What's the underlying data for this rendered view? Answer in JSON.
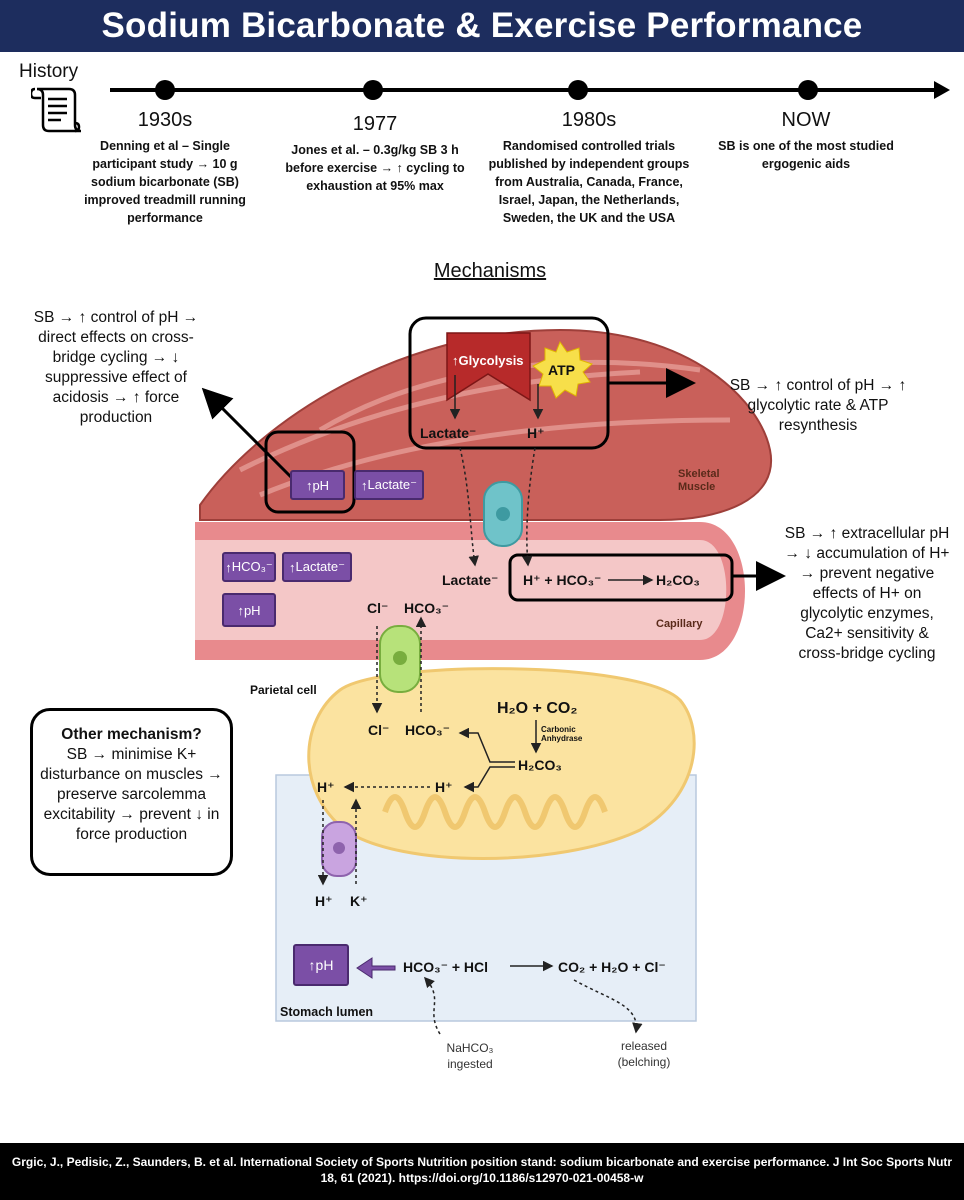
{
  "header": {
    "title": "Sodium Bicarbonate & Exercise Performance"
  },
  "history": {
    "label": "History",
    "events": [
      {
        "year": "1930s",
        "text": "Denning et al – Single participant study → 10 g sodium bicarbonate (SB) improved treadmill running performance"
      },
      {
        "year": "1977",
        "text": "Jones et al. – 0.3g/kg SB 3 h before exercise → ↑ cycling to exhaustion at 95% max"
      },
      {
        "year": "1980s",
        "text": "Randomised controlled trials published by independent groups from Australia, Canada, France, Israel, Japan, the Netherlands, Sweden, the UK and the USA"
      },
      {
        "year": "NOW",
        "text": "SB is one of the most studied ergogenic aids"
      }
    ]
  },
  "mechanisms": {
    "title": "Mechanisms",
    "note_left": "SB → ↑ control of pH → direct effects on cross-bridge cycling → ↓ suppressive effect of acidosis → ↑ force production",
    "note_right_top": "SB → ↑ control of pH → ↑ glycolytic rate & ATP resynthesis",
    "note_right_mid": "SB → ↑ extracellular pH → ↓ accumulation of H+ → prevent negative effects of H+ on glycolytic enzymes, Ca2+ sensitivity & cross-bridge cycling",
    "other_title": "Other mechanism?",
    "other_text": "SB → minimise K+ disturbance on muscles → preserve sarcolemma excitability → prevent ↓ in force production"
  },
  "diagram": {
    "glycolysis": "Glycolysis",
    "atp": "ATP",
    "lactate_muscle": "Lactate⁻",
    "h_muscle": "H⁺",
    "skeletal_muscle": "Skeletal Muscle",
    "badge_ph": "pH",
    "badge_lactate": "Lactate⁻",
    "badge_hco3": "HCO₃⁻",
    "capillary_lactate": "Lactate⁻",
    "capillary_reaction_left": "H⁺ + HCO₃⁻",
    "capillary_reaction_right": "H₂CO₃",
    "capillary": "Capillary",
    "cl": "Cl⁻",
    "hco3": "HCO₃⁻",
    "parietal_cell": "Parietal cell",
    "cl_inner": "Cl⁻",
    "hco3_inner": "HCO₃⁻",
    "h2o_co2": "H₂O + CO₂",
    "carbonic_anhydrase": "Carbonic Anhydrase",
    "h2co3": "H₂CO₃",
    "h_left": "H⁺",
    "h_right": "H⁺",
    "h_pump": "H⁺",
    "k_pump": "K⁺",
    "lumen_reaction_left": "HCO₃⁻ + HCl",
    "lumen_reaction_right": "CO₂ + H₂O + Cl⁻",
    "stomach_lumen": "Stomach lumen",
    "nahco3": "NaHCO₃ ingested",
    "released": "released (belching)"
  },
  "footer": {
    "citation": "Grgic, J., Pedisic, Z., Saunders, B. et al. International Society of Sports Nutrition position stand: sodium bicarbonate and exercise performance. J Int Soc Sports Nutr 18, 61 (2021). https://doi.org/10.1186/s12970-021-00458-w"
  },
  "colors": {
    "header_bg": "#1d2d5e",
    "muscle": "#c9605a",
    "capillary": "#e8878a",
    "parietal": "#fbe3a0",
    "lumen": "#e6eef7",
    "badge": "#7b4fa6"
  }
}
